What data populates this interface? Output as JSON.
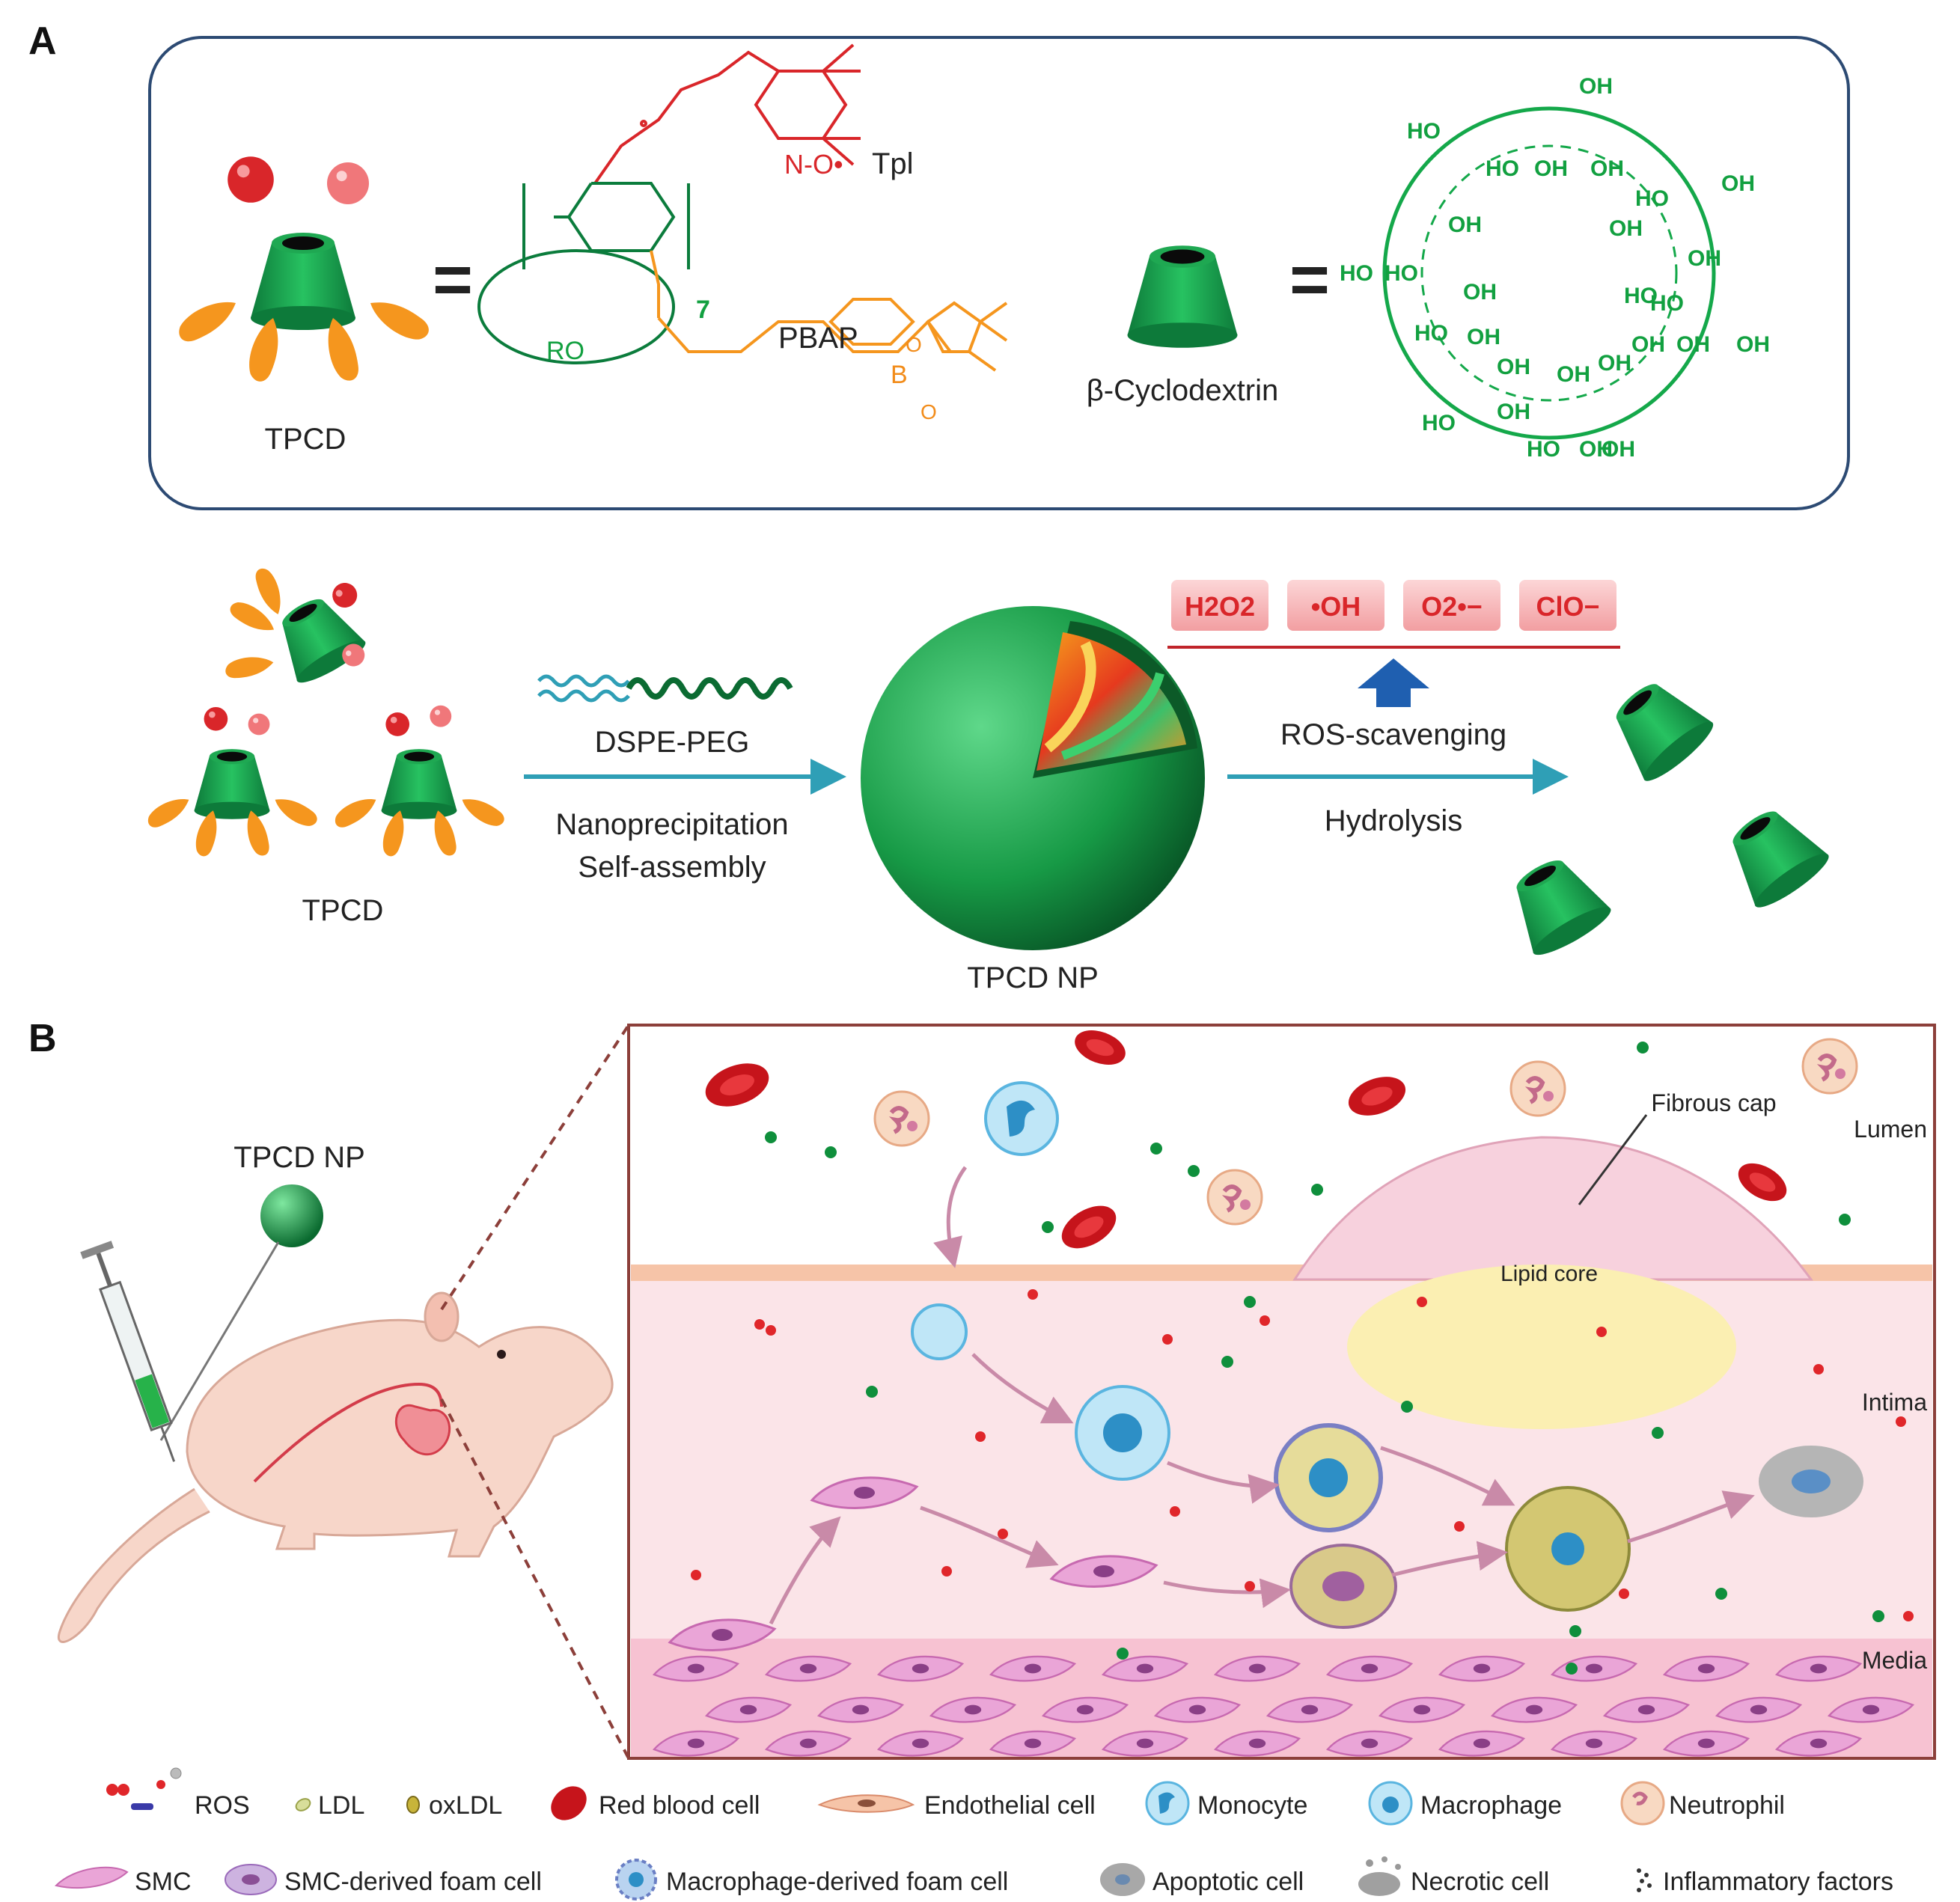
{
  "panels": {
    "a": "A",
    "b": "B"
  },
  "structures": {
    "tpcd_label": "TPCD",
    "tpl_label": "Tpl",
    "pbap_label": "PBAP",
    "nitroxide": "N-O•",
    "repeat_subscript": "7",
    "ro_label": "RO",
    "boron_B": "B",
    "oxygen": "O",
    "bcd_label": "β-Cyclodextrin",
    "equals": "=",
    "bcd_groups": [
      "HO",
      "OH",
      "HO",
      "OH",
      "OH",
      "HO",
      "OH",
      "HO",
      "OH",
      "HO",
      "OH",
      "OH",
      "HO",
      "OH",
      "HO",
      "OH",
      "OH",
      "OH",
      "HO",
      "OH",
      "OH",
      "OH",
      "OH",
      "OH",
      "HO",
      "OH",
      "HO",
      "OH"
    ]
  },
  "process": {
    "ros_boxes": [
      "H2O2",
      "•OH",
      "O2•−",
      "ClO−"
    ],
    "dspe_peg": "DSPE-PEG",
    "step1_a": "Nanoprecipitation",
    "step1_b": "Self-assembly",
    "ros_scavenging": "ROS-scavenging",
    "hydrolysis": "Hydrolysis",
    "tpcd_label": "TPCD",
    "np_label": "TPCD NP"
  },
  "artery": {
    "tpcd_np": "TPCD NP",
    "lumen": "Lumen",
    "fibrous_cap": "Fibrous cap",
    "lipid_core": "Lipid core",
    "intima": "Intima",
    "media": "Media"
  },
  "legend": [
    {
      "icon": "ros-icon",
      "label": "ROS"
    },
    {
      "icon": "ldl-icon",
      "label": "LDL"
    },
    {
      "icon": "oxldl-icon",
      "label": "oxLDL"
    },
    {
      "icon": "red-blood-cell-icon",
      "label": "Red blood cell"
    },
    {
      "icon": "endothelial-cell-icon",
      "label": "Endothelial cell"
    },
    {
      "icon": "monocyte-icon",
      "label": "Monocyte"
    },
    {
      "icon": "macrophage-icon",
      "label": "Macrophage"
    },
    {
      "icon": "neutrophil-icon",
      "label": "Neutrophil"
    },
    {
      "icon": "smc-icon",
      "label": "SMC"
    },
    {
      "icon": "smc-foam-cell-icon",
      "label": "SMC-derived foam cell"
    },
    {
      "icon": "macrophage-foam-cell-icon",
      "label": "Macrophage-derived foam cell"
    },
    {
      "icon": "apoptotic-cell-icon",
      "label": "Apoptotic cell"
    },
    {
      "icon": "necrotic-cell-icon",
      "label": "Necrotic cell"
    },
    {
      "icon": "inflammatory-factors-icon",
      "label": "Inflammatory factors"
    }
  ],
  "colors": {
    "green": "#14a84a",
    "dark_green": "#0b6b32",
    "orange": "#f5961e",
    "red": "#d9262a",
    "pink_tissue": "#fbe4e8",
    "arrow_teal": "#2f9fb6",
    "ros_box": "#f7b6b8"
  }
}
